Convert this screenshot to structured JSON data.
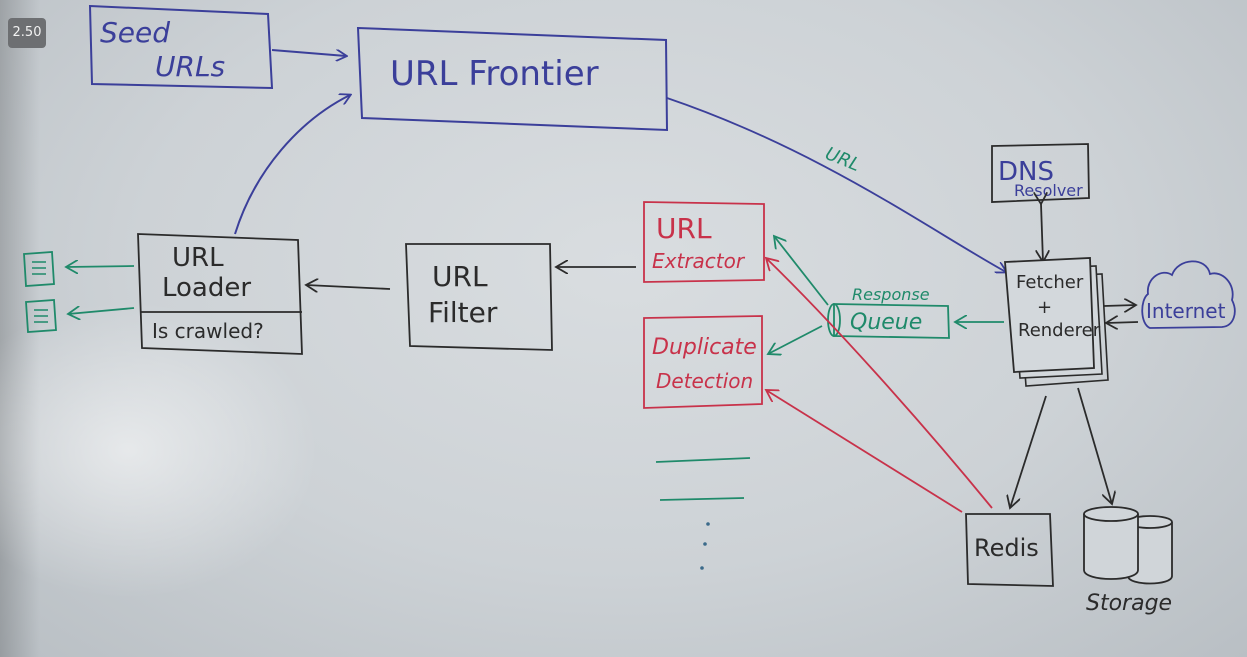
{
  "playback_speed": "2.50",
  "nodes": {
    "seed_urls": {
      "line1": "Seed",
      "line2": "URLs"
    },
    "url_frontier": "URL Frontier",
    "dns_resolver": {
      "line1": "DNS",
      "line2": "Resolver"
    },
    "fetcher_renderer": {
      "line1": "Fetcher",
      "line2": "+",
      "line3": "Renderer"
    },
    "internet": "Internet",
    "response_queue": {
      "label": "Response",
      "box": "Queue"
    },
    "url_extractor": {
      "line1": "URL",
      "line2": "Extractor"
    },
    "duplicate_detection": {
      "line1": "Duplicate",
      "line2": "Detection"
    },
    "url_filter": {
      "line1": "URL",
      "line2": "Filter"
    },
    "url_loader": {
      "line1": "URL",
      "line2": "Loader",
      "sub": "Is crawled?"
    },
    "redis": "Redis",
    "storage": "Storage"
  },
  "edge_labels": {
    "frontier_to_fetcher": "URL"
  },
  "colors": {
    "board": "#cfd4d8",
    "blue_marker": "#3b3f9a",
    "green_marker": "#1f8a6a",
    "red_marker": "#c8324a",
    "black_marker": "#2b2b2b"
  }
}
